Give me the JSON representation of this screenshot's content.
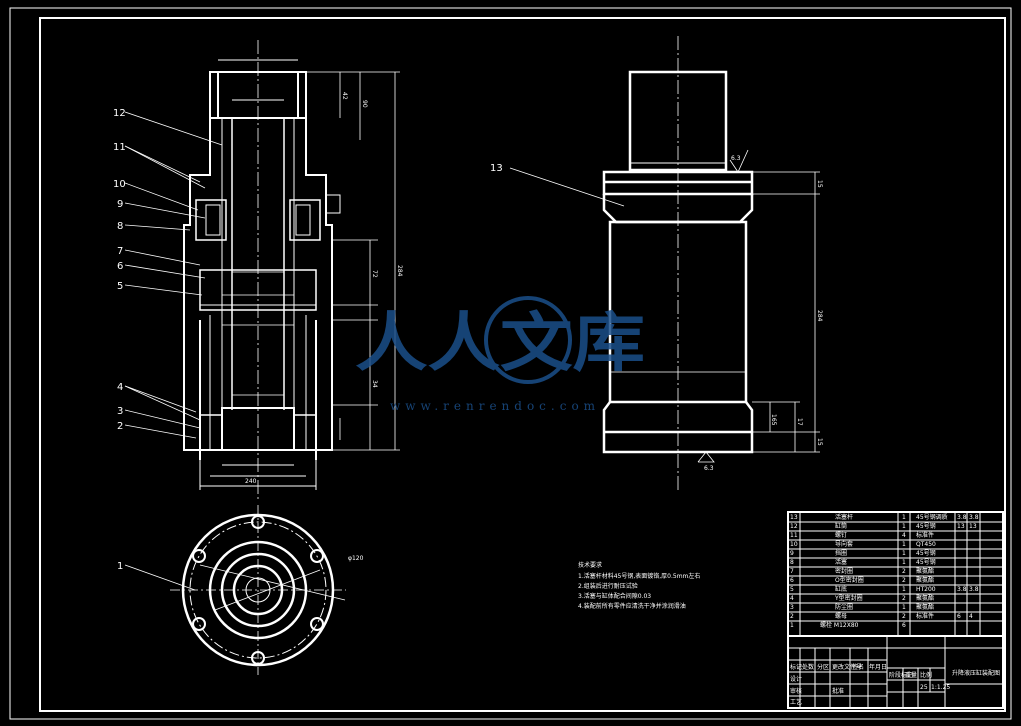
{
  "drawing": {
    "part_numbers": [
      "12",
      "11",
      "10",
      "9",
      "8",
      "7",
      "6",
      "5",
      "4",
      "3",
      "2",
      "1"
    ],
    "part_13": "13",
    "dim_side_total": "284",
    "dim_right_total": "284",
    "dim_right_small": "17",
    "dim_right_top": "15",
    "dim_right_bot": "15",
    "roughness_top": "6.3",
    "roughness_bottom": "6.3",
    "dim_42": "42",
    "dim_90": "90",
    "dim_72": "72",
    "dim_34": "34",
    "dim_165": "165",
    "dim_240": "240",
    "dim_phi120": "φ120"
  },
  "notes": {
    "heading": "技术要求",
    "lines": [
      "1.活塞杆材料45号钢,表面镀铬,厚0.5mm左右",
      "2.组装后进行耐压试验",
      "3.活塞与缸体配合间隙0.03",
      "4.装配前所有零件应清洗干净并涂润滑油"
    ]
  },
  "watermark": {
    "brand": "人人文库",
    "url": "www.renrendoc.com"
  },
  "title_block": {
    "bom_rows": [
      {
        "no": "13",
        "name": "活塞杆",
        "qty": "1",
        "mat": "45号钢调质",
        "w1": "3.8",
        "w2": "3.8"
      },
      {
        "no": "12",
        "name": "缸筒",
        "qty": "1",
        "mat": "45号钢",
        "w1": "13",
        "w2": "13"
      },
      {
        "no": "11",
        "name": "螺钉",
        "qty": "4",
        "mat": "标准件"
      },
      {
        "no": "10",
        "name": "导向套",
        "qty": "1",
        "mat": "QT450"
      },
      {
        "no": "9",
        "name": "挡圈",
        "qty": "1",
        "mat": "45号钢"
      },
      {
        "no": "8",
        "name": "活塞",
        "qty": "1",
        "mat": "45号钢"
      },
      {
        "no": "7",
        "name": "密封圈",
        "qty": "2",
        "mat": "聚氨酯"
      },
      {
        "no": "6",
        "name": "O型密封圈",
        "qty": "2",
        "mat": "聚氨酯"
      },
      {
        "no": "5",
        "name": "缸底",
        "qty": "1",
        "mat": "HT200",
        "w1": "3.8",
        "w2": "3.8"
      },
      {
        "no": "4",
        "name": "Y型密封圈",
        "qty": "2",
        "mat": "聚氨酯"
      },
      {
        "no": "3",
        "name": "防尘圈",
        "qty": "1",
        "mat": "聚氨酯"
      },
      {
        "no": "2",
        "name": "螺母",
        "qty": "2",
        "mat": "标准件",
        "w1": "6",
        "w2": "4"
      },
      {
        "no": "1",
        "name": "螺栓 M12X80",
        "qty": "6",
        "mat": "",
        "w1": "",
        "w2": ""
      }
    ],
    "drawing_title": "升降液压缸装配图",
    "scale_row": {
      "a": "25",
      "b": "1:1.25"
    },
    "headers": [
      "标记",
      "处数",
      "分区",
      "更改文件号",
      "签名",
      "年月日"
    ],
    "roles": [
      "设计",
      "审核",
      "工艺",
      "批准"
    ],
    "labels": {
      "stage": "阶段标记",
      "weight": "重量",
      "scale": "比例"
    }
  },
  "colors": {
    "background": "#000000",
    "lines": "#ffffff",
    "watermark": "#1b4f8a"
  }
}
